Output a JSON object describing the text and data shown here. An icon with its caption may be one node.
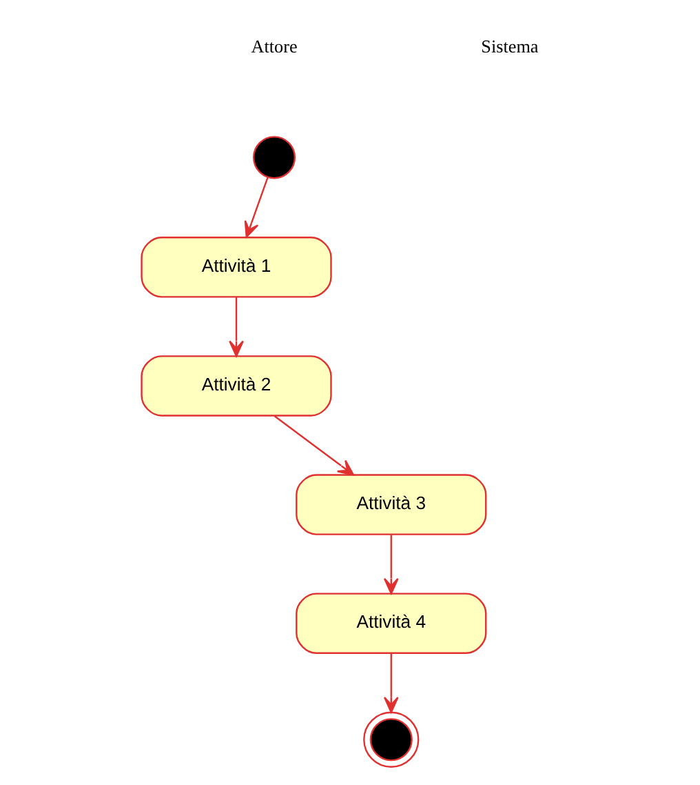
{
  "diagram": {
    "nodes": [
      {
        "text": [],
        "shape": "circle"
      },
      {
        "text": [
          "Attività 1"
        ]
      },
      {
        "text": [
          "Attività 2"
        ]
      },
      {
        "text": [
          "Attività 3"
        ]
      },
      {
        "text": [
          "Attività 4"
        ]
      },
      {
        "text": [],
        "shape": "bullseye"
      }
    ],
    "edges": [
      {
        "from": 0,
        "to": 1,
        "arrow": "to"
      },
      {
        "from": 1,
        "to": 2,
        "arrow": "to"
      },
      {
        "from": 2,
        "to": 3,
        "arrow": "to"
      },
      {
        "from": 3,
        "to": 4,
        "arrow": "to"
      },
      {
        "from": 4,
        "to": 5,
        "arrow": "to"
      }
    ],
    "labels": [
      "Attore",
      "Sistema"
    ]
  }
}
